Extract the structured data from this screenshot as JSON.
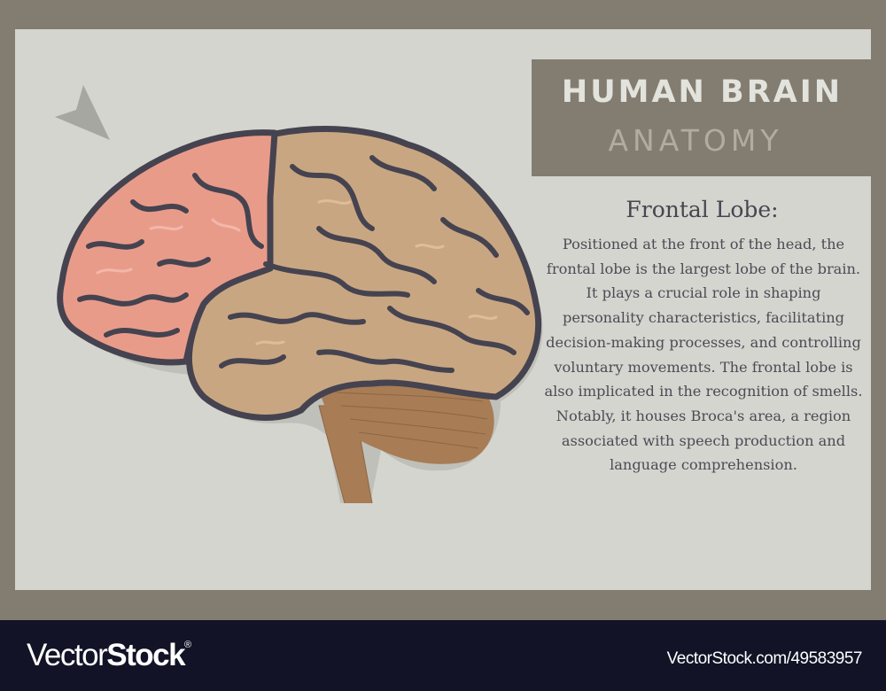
{
  "title": {
    "line1": "HUMAN BRAIN",
    "line2": "ANATOMY"
  },
  "section": {
    "heading": "Frontal Lobe:",
    "body": "Positioned at the front of the head, the frontal lobe is the largest lobe of the brain. It plays a crucial role in shaping personality characteristics, facilitating decision-making processes, and controlling voluntary movements. The frontal lobe is also implicated in the recognition of smells. Notably, it houses Broca's area, a region associated with speech production and language comprehension."
  },
  "illustration": {
    "subject": "human brain lateral view",
    "highlighted_region": "frontal lobe",
    "icon": "pointer-arrow-icon"
  },
  "colors": {
    "frame": "#837c70",
    "panel": "#d4d5cf",
    "frontal_lobe": "#e99b8a",
    "brain_tan": "#c9a682",
    "outline": "#45434f",
    "cerebellum": "#a87c55",
    "footer": "#121326"
  },
  "footer": {
    "logo_light": "Vector",
    "logo_bold": "Stock",
    "logo_mark": "®",
    "image_id": "VectorStock.com/49583957"
  }
}
